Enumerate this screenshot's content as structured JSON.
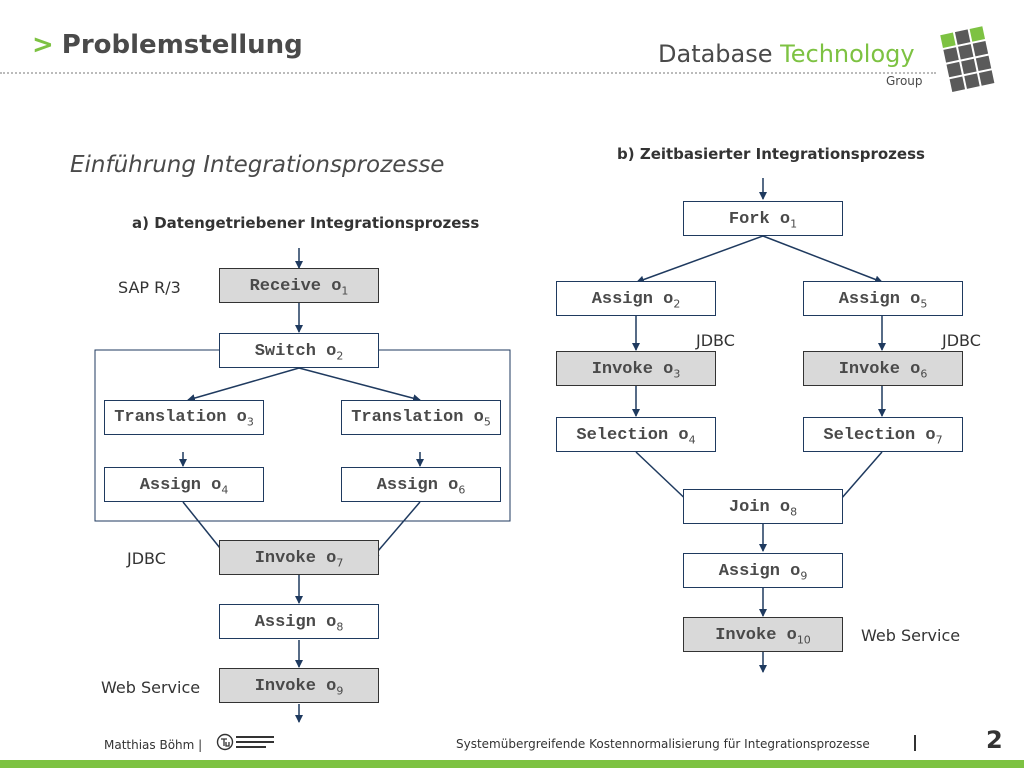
{
  "header": {
    "chevron": ">",
    "title": "Problemstellung",
    "logo_word1": "Database",
    "logo_word2": "Technology",
    "logo_sub": "Group"
  },
  "subtitle": "Einführung Integrationsprozesse",
  "diagram_a": {
    "title": "a) Datengetriebener Integrationsprozess",
    "boxes": {
      "receive": {
        "label": "Receive o",
        "sub": "1"
      },
      "switch": {
        "label": "Switch o",
        "sub": "2"
      },
      "translation3": {
        "label": "Translation o",
        "sub": "3"
      },
      "translation5": {
        "label": "Translation o",
        "sub": "5"
      },
      "assign4": {
        "label": "Assign o",
        "sub": "4"
      },
      "assign6": {
        "label": "Assign o",
        "sub": "6"
      },
      "invoke7": {
        "label": "Invoke o",
        "sub": "7"
      },
      "assign8": {
        "label": "Assign o",
        "sub": "8"
      },
      "invoke9": {
        "label": "Invoke o",
        "sub": "9"
      }
    },
    "notes": {
      "sap": "SAP R/3",
      "jdbc": "JDBC",
      "webservice": "Web Service"
    }
  },
  "diagram_b": {
    "title": "b) Zeitbasierter Integrationsprozess",
    "boxes": {
      "fork": {
        "label": "Fork o",
        "sub": "1"
      },
      "assign2": {
        "label": "Assign o",
        "sub": "2"
      },
      "assign5": {
        "label": "Assign o",
        "sub": "5"
      },
      "invoke3": {
        "label": "Invoke o",
        "sub": "3"
      },
      "invoke6": {
        "label": "Invoke o",
        "sub": "6"
      },
      "selection4": {
        "label": "Selection o",
        "sub": "4"
      },
      "selection7": {
        "label": "Selection o",
        "sub": "7"
      },
      "join": {
        "label": "Join o",
        "sub": "8"
      },
      "assign9": {
        "label": "Assign o",
        "sub": "9"
      },
      "invoke10": {
        "label": "Invoke o",
        "sub": "10"
      }
    },
    "notes": {
      "jdbc_left": "JDBC",
      "jdbc_right": "JDBC",
      "webservice": "Web Service"
    }
  },
  "footer": {
    "author": "Matthias Böhm |",
    "talk": "Systemübergreifende Kostennormalisierung für Integrationsprozesse",
    "page": "2"
  },
  "colors": {
    "accent_green": "#7dc242",
    "text_gray": "#4a4a4a",
    "box_border": "#1f3a5f",
    "box_fill_gray": "#d9d9d9",
    "arrow": "#1f3a5f"
  }
}
